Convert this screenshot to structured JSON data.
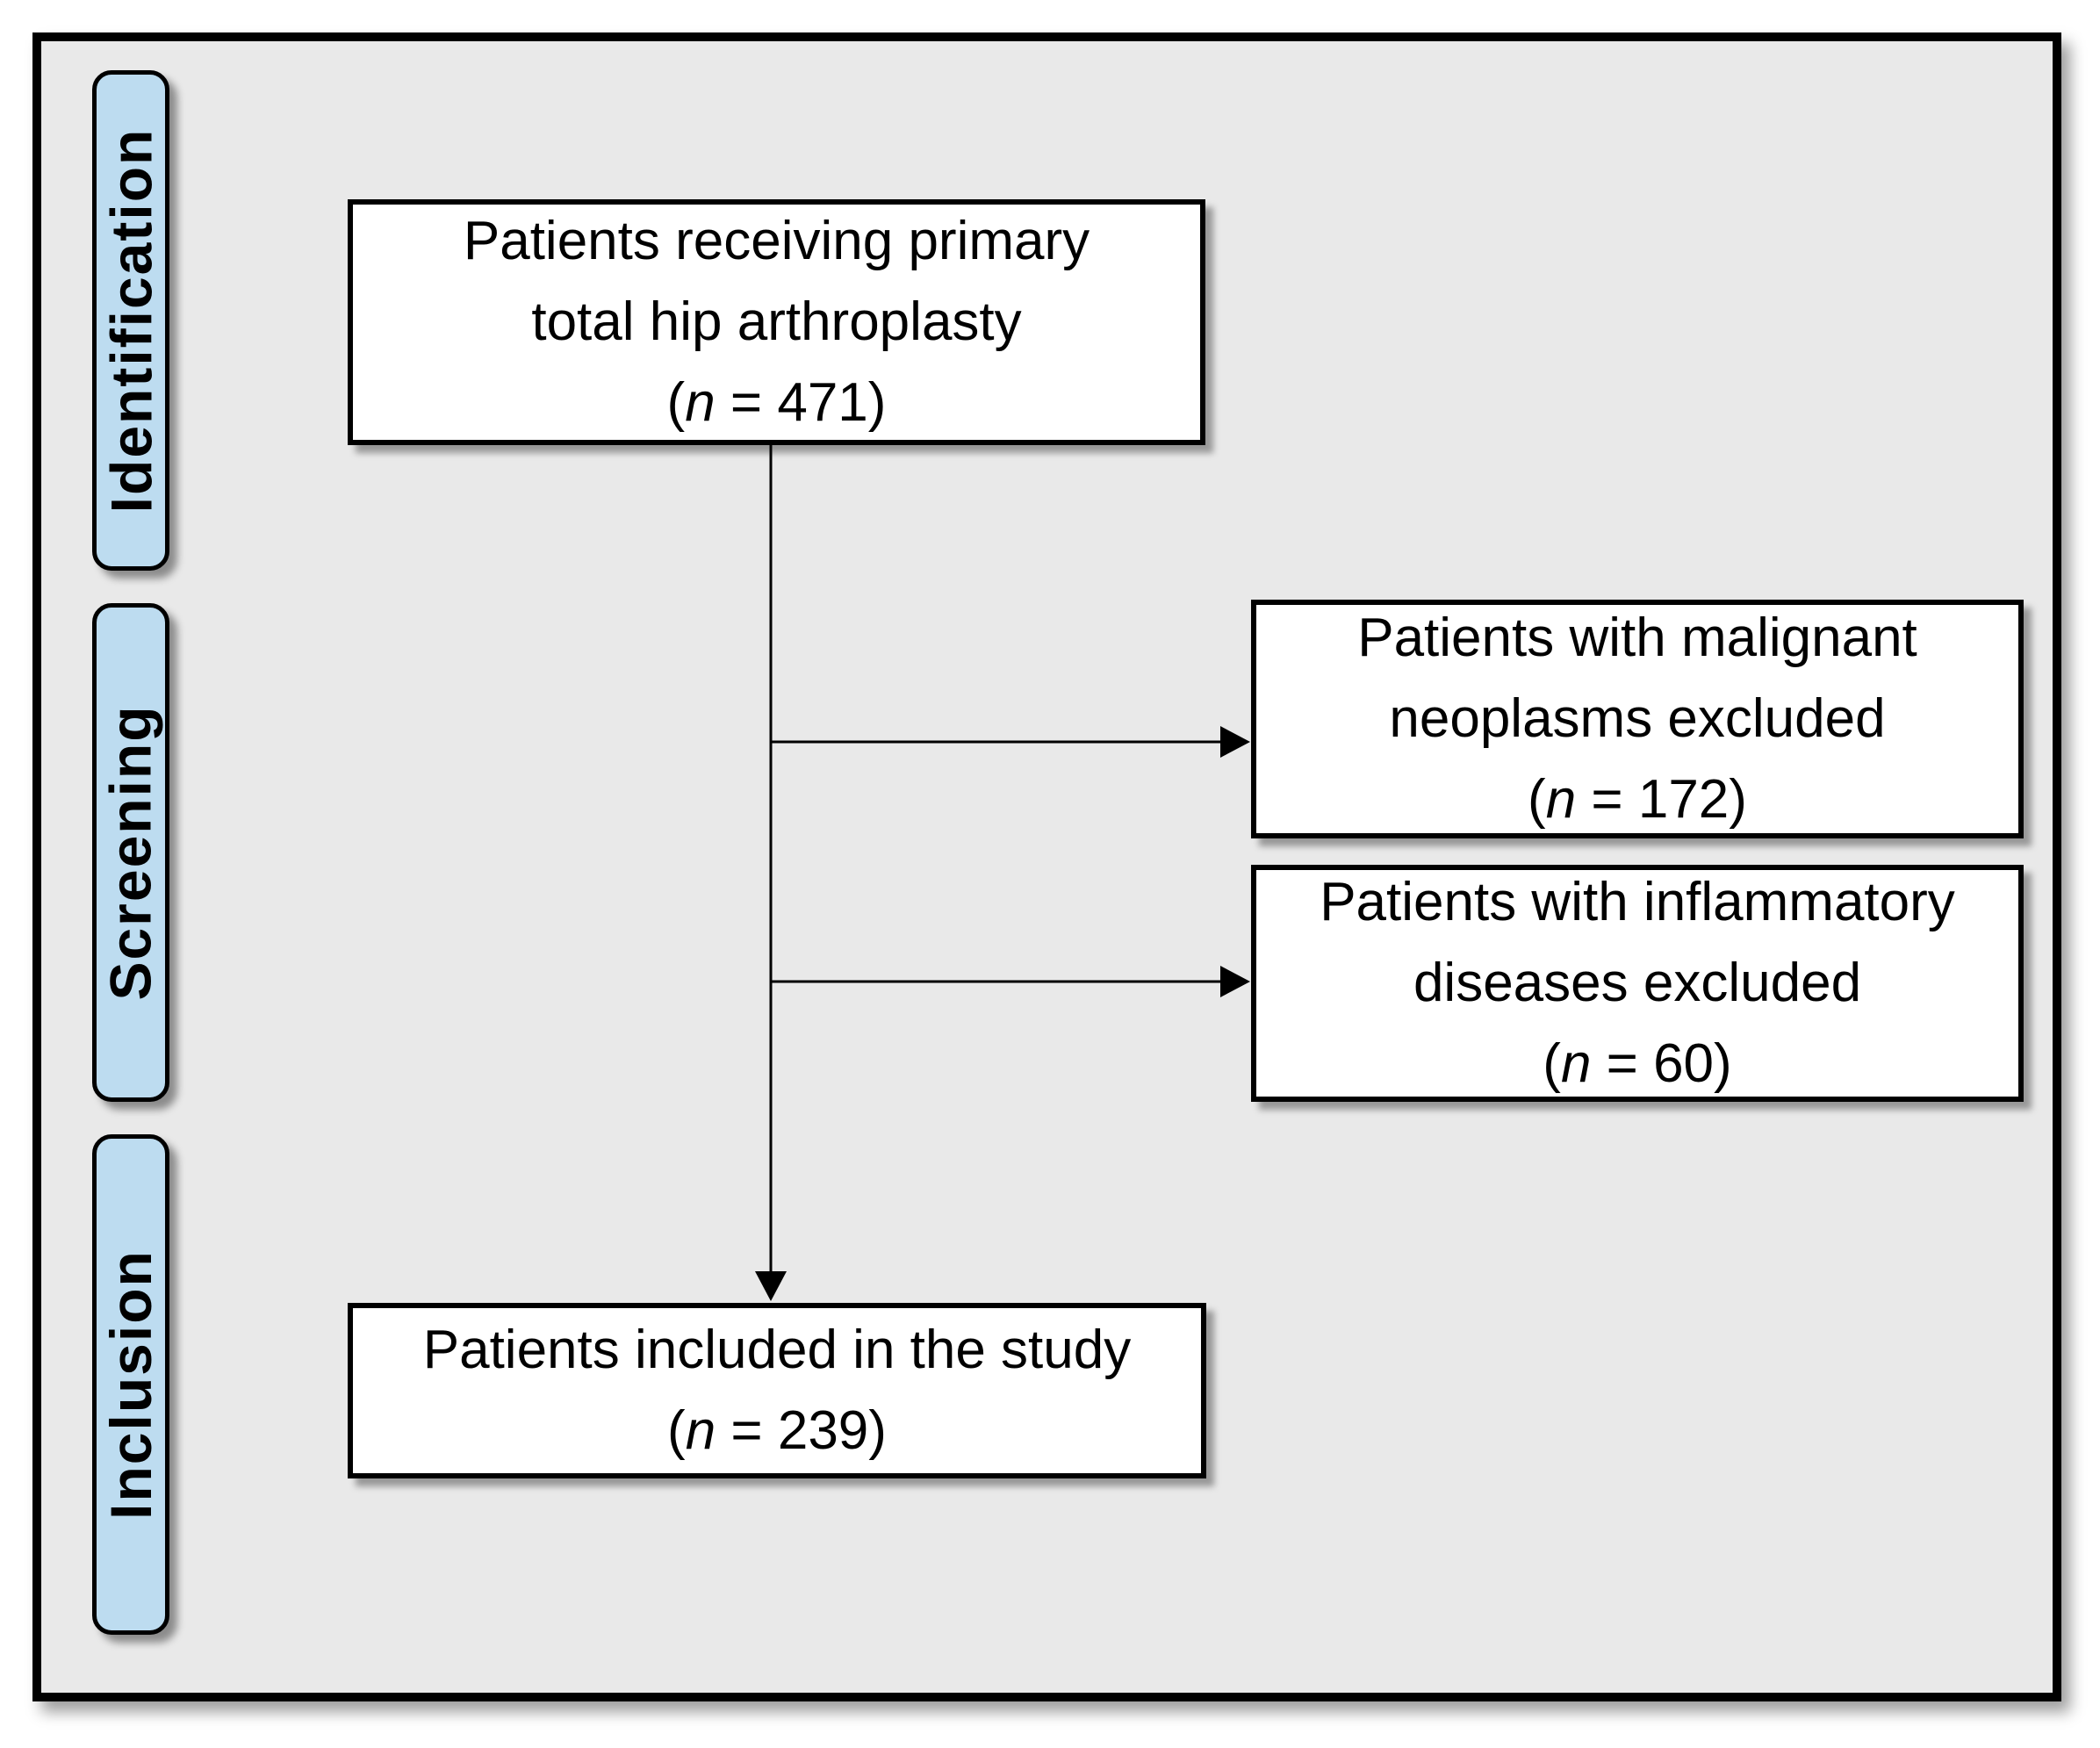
{
  "diagram": {
    "title_semantic": "Patient selection flow diagram",
    "stages": [
      {
        "label": "Identification"
      },
      {
        "label": "Screening"
      },
      {
        "label": "Inclusion"
      }
    ],
    "boxes": [
      {
        "id": "identified",
        "lines": [
          "Patients receiving primary",
          "total hip arthroplasty"
        ],
        "count_open": "(",
        "count_var": "n",
        "count_rest": " = 471)"
      },
      {
        "id": "excluded-malignant",
        "lines": [
          "Patients with malignant",
          "neoplasms excluded"
        ],
        "count_open": "(",
        "count_var": "n",
        "count_rest": " = 172)"
      },
      {
        "id": "excluded-inflammatory",
        "lines": [
          "Patients with inflammatory",
          "diseases excluded"
        ],
        "count_open": "(",
        "count_var": "n",
        "count_rest": " = 60)"
      },
      {
        "id": "included",
        "lines": [
          "Patients included in the study"
        ],
        "count_open": "(",
        "count_var": "n",
        "count_rest": " = 239)"
      }
    ],
    "counts": {
      "identified": 471,
      "excluded_malignant": 172,
      "excluded_inflammatory": 60,
      "included": 239
    },
    "colors": {
      "stage_fill": "#bddcf0",
      "canvas_background": "#e9e9e9",
      "box_fill": "#ffffff",
      "stroke": "#000000"
    }
  }
}
